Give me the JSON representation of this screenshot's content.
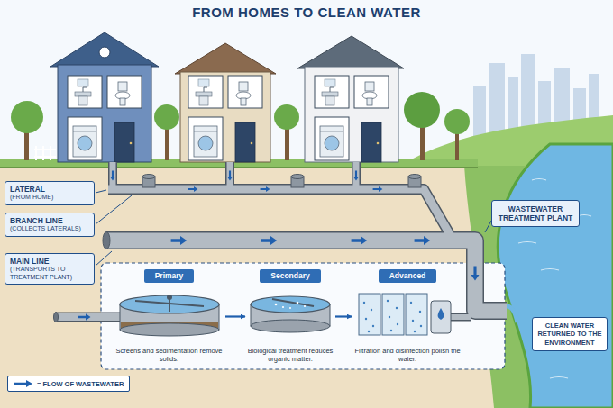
{
  "diagram": {
    "title": "FROM HOMES TO CLEAN WATER",
    "nodes": [
      {
        "text": [
          "LATERAL",
          "(FROM HOME)"
        ]
      },
      {
        "text": [
          "BRANCH LINE",
          "(COLLECTS LATERALS)"
        ]
      },
      {
        "text": [
          "WASTEWATER TREATMENT PLANT"
        ]
      },
      {
        "text": [
          "MAIN LINE",
          "(TRANSPORTS TO TREATMENT PLANT)"
        ]
      },
      {
        "text": [
          "Primary",
          "Screens and sedimentation remove solids."
        ]
      },
      {
        "text": [
          "Secondary",
          "Biological treatment reduces organic matter."
        ]
      },
      {
        "text": [
          "Advanced",
          "Filtration and disinfection polish the water."
        ]
      },
      {
        "text": [
          "CLEAN WATER RETURNED TO THE ENVIRONMENT"
        ]
      }
    ],
    "edges": [
      {
        "from": 4,
        "to": 5,
        "arrow": "to"
      },
      {
        "from": 5,
        "to": 6,
        "arrow": "to"
      }
    ],
    "legend": [
      {
        "text": "= FLOW OF WASTEWATER"
      }
    ]
  }
}
